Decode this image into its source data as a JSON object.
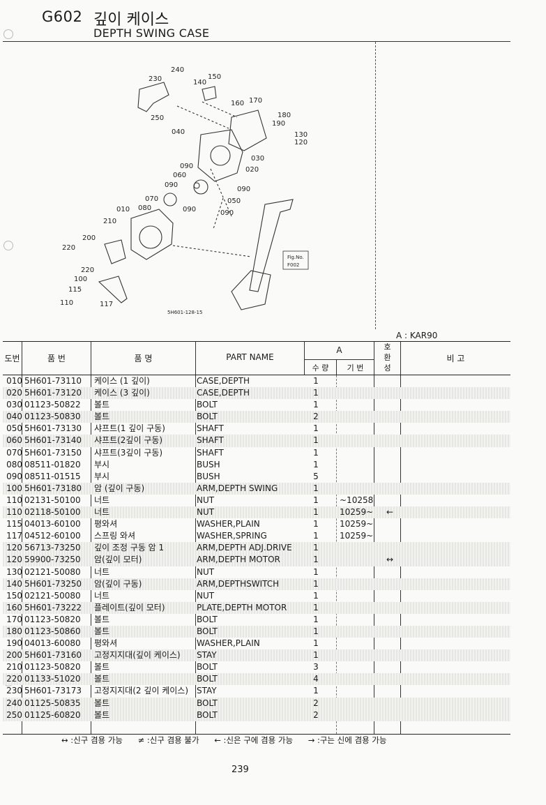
{
  "header": {
    "code": "G602",
    "title_ko": "깊이 케이스",
    "title_en": "DEPTH SWING CASE"
  },
  "diagram": {
    "labels": [
      "240",
      "230",
      "140",
      "150",
      "160",
      "170",
      "180",
      "190",
      "130",
      "120",
      "250",
      "040",
      "030",
      "020",
      "090",
      "060",
      "090",
      "090",
      "070",
      "050",
      "080",
      "090",
      "010",
      "090",
      "210",
      "200",
      "220",
      "220",
      "100",
      "115",
      "110",
      "117"
    ],
    "fig_ref_line1": "Fig.No.",
    "fig_ref_line2": "F002",
    "drawing_no": "5H601-128-15"
  },
  "table": {
    "model_label": "A : KAR90",
    "headers": {
      "no": "도번",
      "part_no": "품 번",
      "name_ko": "품 명",
      "name_en": "PART NAME",
      "group_a": "A",
      "qty": "수 량",
      "serial": "기 번",
      "interchange": "호\n환\n성",
      "remarks": "비 고"
    },
    "rows": [
      {
        "no": "010",
        "part": "5H601-73110",
        "ko": "케이스 (1 깊이)",
        "en": "CASE,DEPTH",
        "qty": "1",
        "serial": "",
        "ic": ""
      },
      {
        "no": "020",
        "part": "5H601-73120",
        "ko": "케이스 (3 깊이)",
        "en": "CASE,DEPTH",
        "qty": "1",
        "serial": "",
        "ic": ""
      },
      {
        "no": "030",
        "part": "01123-50822",
        "ko": "볼트",
        "en": "BOLT",
        "qty": "1",
        "serial": "",
        "ic": ""
      },
      {
        "no": "040",
        "part": "01123-50830",
        "ko": "볼트",
        "en": "BOLT",
        "qty": "2",
        "serial": "",
        "ic": ""
      },
      {
        "no": "050",
        "part": "5H601-73130",
        "ko": "샤프트(1 깊이 구동)",
        "en": "SHAFT",
        "qty": "1",
        "serial": "",
        "ic": ""
      },
      {
        "no": "060",
        "part": "5H601-73140",
        "ko": "샤프트(2깊이 구동)",
        "en": "SHAFT",
        "qty": "1",
        "serial": "",
        "ic": ""
      },
      {
        "no": "070",
        "part": "5H601-73150",
        "ko": "샤프트(3깊이 구동)",
        "en": "SHAFT",
        "qty": "1",
        "serial": "",
        "ic": ""
      },
      {
        "no": "080",
        "part": "08511-01820",
        "ko": "부시",
        "en": "BUSH",
        "qty": "1",
        "serial": "",
        "ic": ""
      },
      {
        "no": "090",
        "part": "08511-01515",
        "ko": "부시",
        "en": "BUSH",
        "qty": "5",
        "serial": "",
        "ic": ""
      },
      {
        "no": "100",
        "part": "5H601-73180",
        "ko": "암 (깊이 구동)",
        "en": "ARM,DEPTH SWING",
        "qty": "1",
        "serial": "",
        "ic": ""
      },
      {
        "no": "110",
        "part": "02131-50100",
        "ko": "너트",
        "en": "NUT",
        "qty": "1",
        "serial": "~10258",
        "ic": ""
      },
      {
        "no": "110",
        "part": "02118-50100",
        "ko": "너트",
        "en": "NUT",
        "qty": "1",
        "serial": "10259~",
        "ic": "←"
      },
      {
        "no": "115",
        "part": "04013-60100",
        "ko": "평와셔",
        "en": "WASHER,PLAIN",
        "qty": "1",
        "serial": "10259~",
        "ic": ""
      },
      {
        "no": "117",
        "part": "04512-60100",
        "ko": "스프링 와셔",
        "en": "WASHER,SPRING",
        "qty": "1",
        "serial": "10259~",
        "ic": ""
      },
      {
        "no": "120",
        "part": "56713-73250",
        "ko": "깊이 조정 구동 암 1",
        "en": "ARM,DEPTH ADJ.DRIVE",
        "qty": "1",
        "serial": "",
        "ic": ""
      },
      {
        "no": "120",
        "part": "59900-73250",
        "ko": "암(깊이 모터)",
        "en": "ARM,DEPTH MOTOR",
        "qty": "1",
        "serial": "",
        "ic": "↔"
      },
      {
        "no": "130",
        "part": "02121-50080",
        "ko": "너트",
        "en": "NUT",
        "qty": "1",
        "serial": "",
        "ic": ""
      },
      {
        "no": "140",
        "part": "5H601-73250",
        "ko": "암(깊이 구동)",
        "en": "ARM,DEPTHSWITCH",
        "qty": "1",
        "serial": "",
        "ic": ""
      },
      {
        "no": "150",
        "part": "02121-50080",
        "ko": "너트",
        "en": "NUT",
        "qty": "1",
        "serial": "",
        "ic": ""
      },
      {
        "no": "160",
        "part": "5H601-73222",
        "ko": "플레이트(깊이 모터)",
        "en": "PLATE,DEPTH MOTOR",
        "qty": "1",
        "serial": "",
        "ic": ""
      },
      {
        "no": "170",
        "part": "01123-50820",
        "ko": "볼트",
        "en": "BOLT",
        "qty": "1",
        "serial": "",
        "ic": ""
      },
      {
        "no": "180",
        "part": "01123-50860",
        "ko": "볼트",
        "en": "BOLT",
        "qty": "1",
        "serial": "",
        "ic": ""
      },
      {
        "no": "190",
        "part": "04013-60080",
        "ko": "평와셔",
        "en": "WASHER,PLAIN",
        "qty": "1",
        "serial": "",
        "ic": ""
      },
      {
        "no": "200",
        "part": "5H601-73160",
        "ko": "고정지지대(깊이 케이스)",
        "en": "STAY",
        "qty": "1",
        "serial": "",
        "ic": ""
      },
      {
        "no": "210",
        "part": "01123-50820",
        "ko": "볼트",
        "en": "BOLT",
        "qty": "3",
        "serial": "",
        "ic": ""
      },
      {
        "no": "220",
        "part": "01133-51020",
        "ko": "볼트",
        "en": "BOLT",
        "qty": "4",
        "serial": "",
        "ic": ""
      },
      {
        "no": "230",
        "part": "5H601-73173",
        "ko": "고정지지대(2 깊이 케이스)",
        "en": "STAY",
        "qty": "1",
        "serial": "",
        "ic": ""
      },
      {
        "no": "240",
        "part": "01125-50835",
        "ko": "볼트",
        "en": "BOLT",
        "qty": "2",
        "serial": "",
        "ic": ""
      },
      {
        "no": "250",
        "part": "01125-60820",
        "ko": "볼트",
        "en": "BOLT",
        "qty": "2",
        "serial": "",
        "ic": ""
      }
    ]
  },
  "legend": [
    "↔ :신구 겸용 가능",
    "≠ :신구 겸용 불가",
    "← :신은 구에 겸용 가능",
    "→ :구는 신에 겸용 가능"
  ],
  "page_number": "239"
}
